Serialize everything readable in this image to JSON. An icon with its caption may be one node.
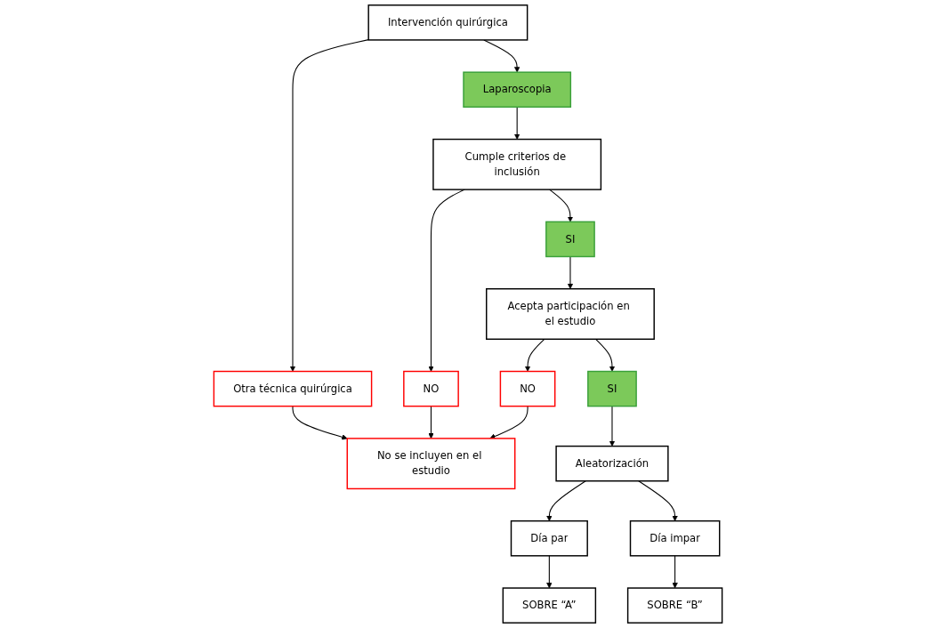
{
  "diagram": {
    "nodes": [
      {
        "text": [
          "Intervención quirúrgica"
        ]
      },
      {
        "text": [
          "Laparoscopia"
        ]
      },
      {
        "text": [
          "Otra técnica quirúrgica"
        ]
      },
      {
        "text": [
          "Cumple criterios de inclusión"
        ]
      },
      {
        "text": [
          "NO"
        ]
      },
      {
        "text": [
          "SI"
        ]
      },
      {
        "text": [
          "No se incluyen en el estudio"
        ]
      },
      {
        "text": [
          "Acepta participación en el estudio"
        ]
      },
      {
        "text": [
          "NO"
        ]
      },
      {
        "text": [
          "SI"
        ]
      },
      {
        "text": [
          "Aleatorización"
        ]
      },
      {
        "text": [
          "Día par"
        ]
      },
      {
        "text": [
          "Día impar"
        ]
      },
      {
        "text": [
          "SOBRE “A”"
        ]
      },
      {
        "text": [
          "SOBRE “B”"
        ]
      }
    ],
    "edges": [
      {
        "from": 0,
        "to": 1,
        "arrow": "to"
      },
      {
        "from": 0,
        "to": 2,
        "arrow": "to"
      },
      {
        "from": 1,
        "to": 3,
        "arrow": "to"
      },
      {
        "from": 3,
        "to": 4,
        "arrow": "to"
      },
      {
        "from": 3,
        "to": 5,
        "arrow": "to"
      },
      {
        "from": 2,
        "to": 6,
        "arrow": "to"
      },
      {
        "from": 4,
        "to": 6,
        "arrow": "to"
      },
      {
        "from": 5,
        "to": 7,
        "arrow": "to"
      },
      {
        "from": 7,
        "to": 8,
        "arrow": "to"
      },
      {
        "from": 8,
        "to": 6,
        "arrow": "to"
      },
      {
        "from": 7,
        "to": 9,
        "arrow": "to"
      },
      {
        "from": 9,
        "to": 10,
        "arrow": "to"
      },
      {
        "from": 10,
        "to": 11,
        "arrow": "to"
      },
      {
        "from": 10,
        "to": 12,
        "arrow": "to"
      },
      {
        "from": 11,
        "to": 13,
        "arrow": "to"
      },
      {
        "from": 12,
        "to": 14,
        "arrow": "to"
      }
    ]
  }
}
